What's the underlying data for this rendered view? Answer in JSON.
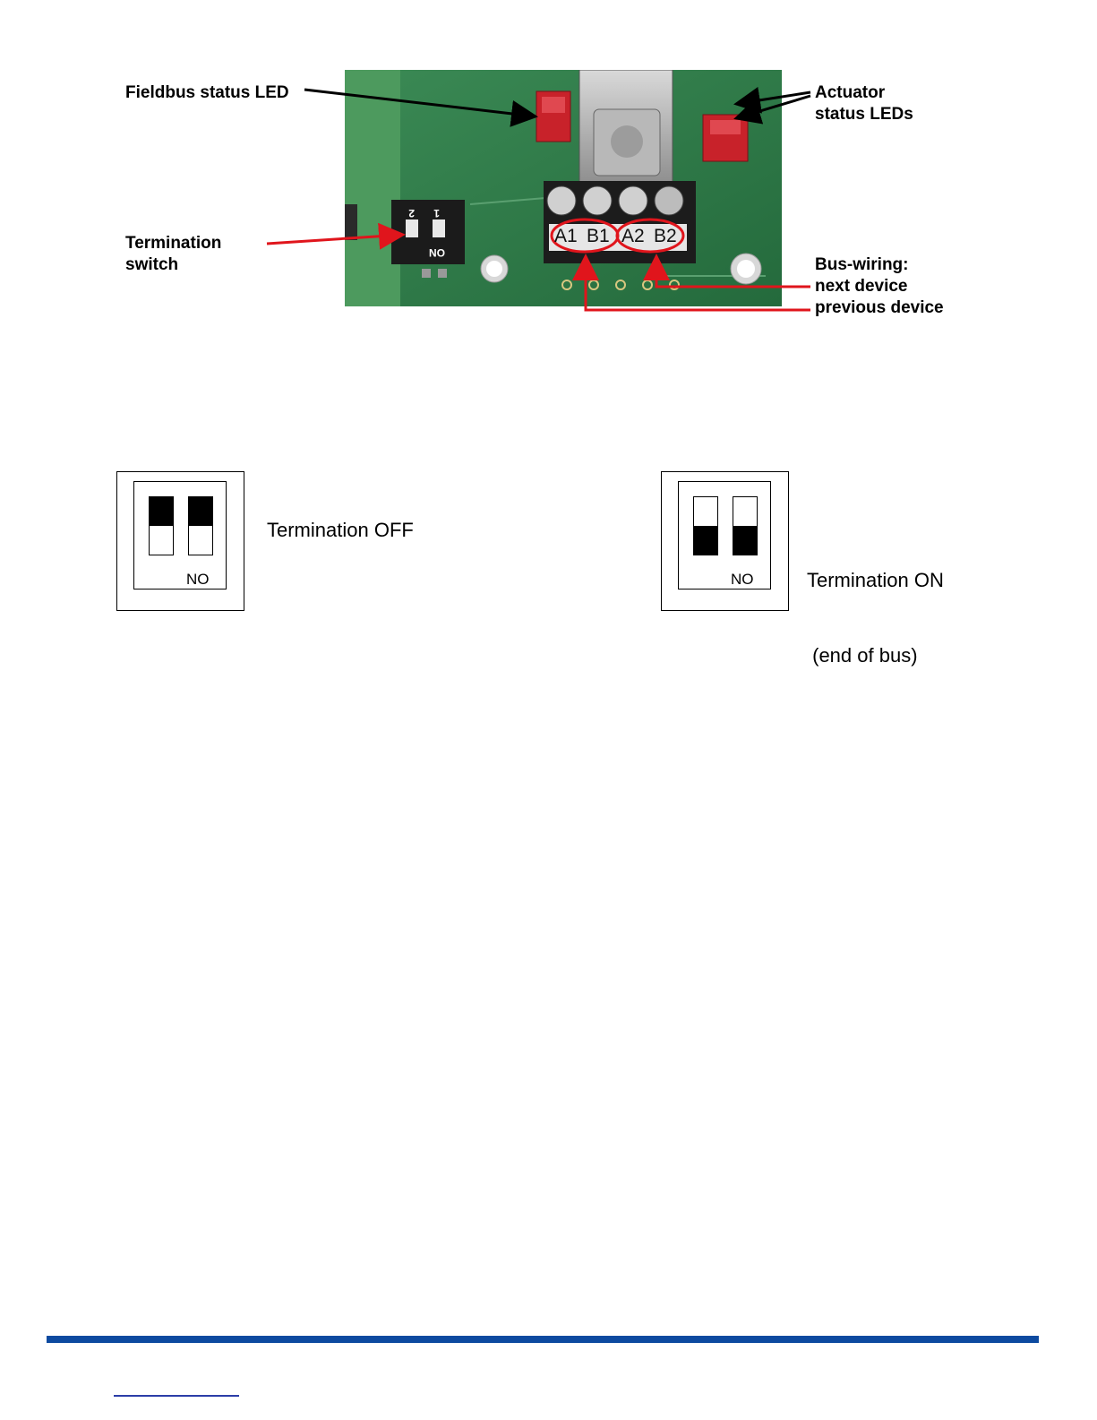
{
  "figure": {
    "callouts": {
      "fieldbus_led": "Fieldbus status LED",
      "actuator_leds": [
        "Actuator",
        "status LEDs"
      ],
      "termination_switch": [
        "Termination",
        "switch"
      ],
      "bus_wiring": [
        "Bus-wiring:",
        "next device",
        "previous device"
      ]
    },
    "terminals": [
      "A1",
      "B1",
      "A2",
      "B2"
    ],
    "dip_switch_marking": {
      "numbers": [
        "2",
        "1"
      ],
      "on": "ON"
    }
  },
  "termination": {
    "off": {
      "switch_position": "up",
      "caption": "NO",
      "label": "Termination OFF"
    },
    "on": {
      "switch_position": "down",
      "caption": "NO",
      "label_line1": "Termination ON",
      "label_line2": " (end of bus)"
    }
  },
  "colors": {
    "pcb_green": "#2f7a45",
    "led_red": "#c8222a",
    "annotation_red": "#e0151c",
    "footer_blue": "#0d4aa0"
  }
}
